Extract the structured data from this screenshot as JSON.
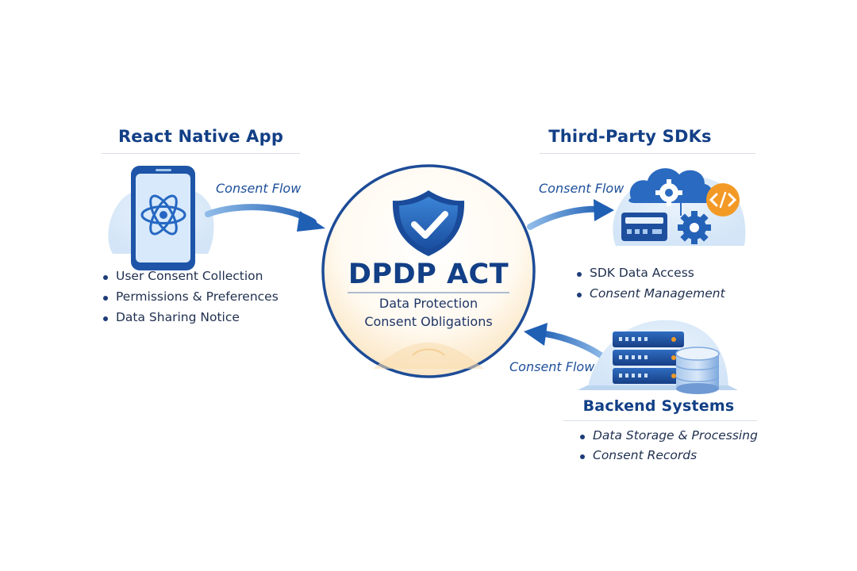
{
  "colors": {
    "navy": "#123f86",
    "blue": "#2b6fc2",
    "light_blue": "#d8e8f8",
    "orange": "#f39a26",
    "cream": "#fdf3df"
  },
  "left": {
    "title": "React Native App",
    "icon": "smartphone-react-icon",
    "items": [
      "User Consent Collection",
      "Permissions & Preferences",
      "Data Sharing Notice"
    ]
  },
  "center": {
    "icon": "shield-check-icon",
    "title": "DPDP ACT",
    "subtitle_line1": "Data Protection",
    "subtitle_line2": "Consent Obligations"
  },
  "right_top": {
    "title": "Third-Party SDKs",
    "icon": "cloud-gears-code-icon",
    "items": [
      "SDK Data Access",
      "Consent Management"
    ]
  },
  "right_bottom": {
    "title": "Backend Systems",
    "icon": "server-database-icon",
    "items": [
      "Data Storage & Processing",
      "Consent Records"
    ]
  },
  "flows": {
    "app_to_act": "Consent Flow",
    "act_to_sdk": "Consent Flow",
    "backend_to_act": "Consent Flow"
  }
}
